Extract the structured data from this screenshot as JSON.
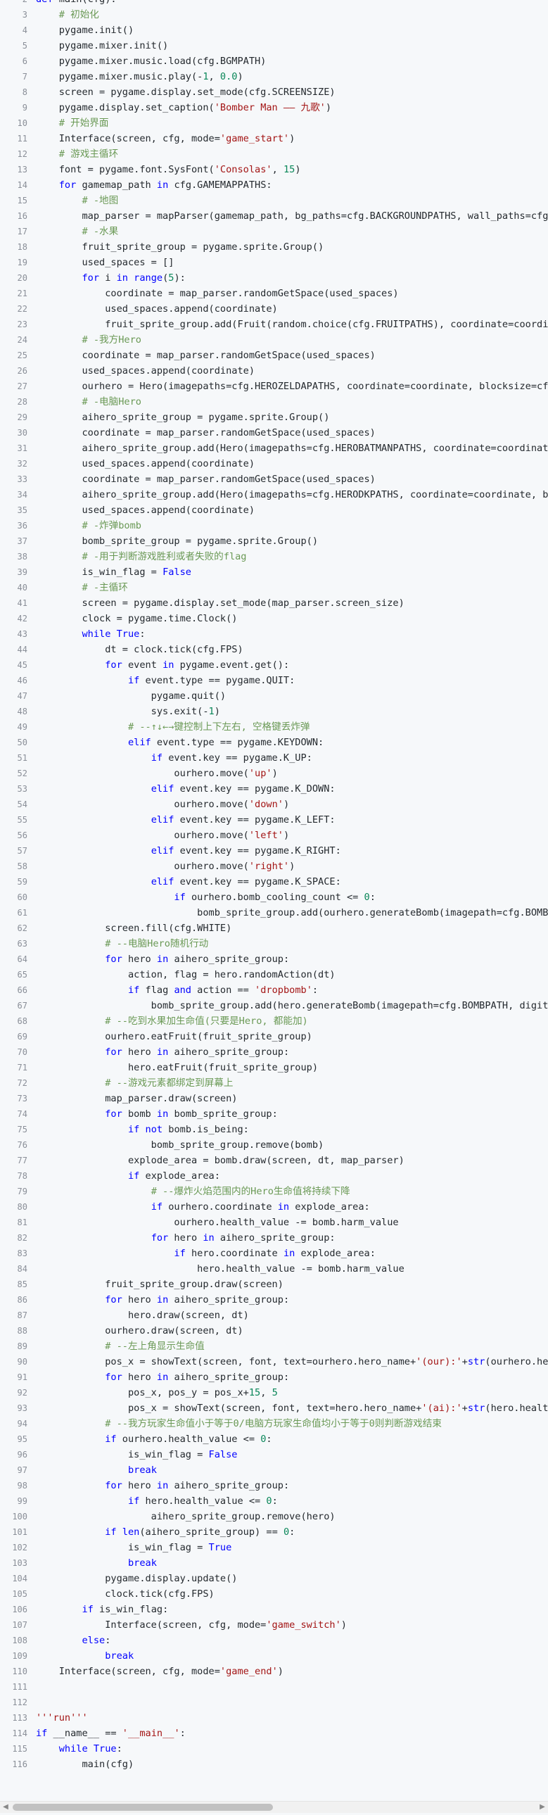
{
  "code": {
    "lines": [
      {
        "n": "2",
        "t": "def main(cfg):"
      },
      {
        "n": "3",
        "t": "    # 初始化"
      },
      {
        "n": "4",
        "t": "    pygame.init()"
      },
      {
        "n": "5",
        "t": "    pygame.mixer.init()"
      },
      {
        "n": "6",
        "t": "    pygame.mixer.music.load(cfg.BGMPATH)"
      },
      {
        "n": "7",
        "t": "    pygame.mixer.music.play(-1, 0.0)"
      },
      {
        "n": "8",
        "t": "    screen = pygame.display.set_mode(cfg.SCREENSIZE)"
      },
      {
        "n": "9",
        "t": "    pygame.display.set_caption('Bomber Man —— 九歌')"
      },
      {
        "n": "10",
        "t": "    # 开始界面"
      },
      {
        "n": "11",
        "t": "    Interface(screen, cfg, mode='game_start')"
      },
      {
        "n": "12",
        "t": "    # 游戏主循环"
      },
      {
        "n": "13",
        "t": "    font = pygame.font.SysFont('Consolas', 15)"
      },
      {
        "n": "14",
        "t": "    for gamemap_path in cfg.GAMEMAPPATHS:"
      },
      {
        "n": "15",
        "t": "        # -地图"
      },
      {
        "n": "16",
        "t": "        map_parser = mapParser(gamemap_path, bg_paths=cfg.BACKGROUNDPATHS, wall_paths=cfg"
      },
      {
        "n": "17",
        "t": "        # -水果"
      },
      {
        "n": "18",
        "t": "        fruit_sprite_group = pygame.sprite.Group()"
      },
      {
        "n": "19",
        "t": "        used_spaces = []"
      },
      {
        "n": "20",
        "t": "        for i in range(5):"
      },
      {
        "n": "21",
        "t": "            coordinate = map_parser.randomGetSpace(used_spaces)"
      },
      {
        "n": "22",
        "t": "            used_spaces.append(coordinate)"
      },
      {
        "n": "23",
        "t": "            fruit_sprite_group.add(Fruit(random.choice(cfg.FRUITPATHS), coordinate=coordi"
      },
      {
        "n": "24",
        "t": "        # -我方Hero"
      },
      {
        "n": "25",
        "t": "        coordinate = map_parser.randomGetSpace(used_spaces)"
      },
      {
        "n": "26",
        "t": "        used_spaces.append(coordinate)"
      },
      {
        "n": "27",
        "t": "        ourhero = Hero(imagepaths=cfg.HEROZELDAPATHS, coordinate=coordinate, blocksize=cf"
      },
      {
        "n": "28",
        "t": "        # -电脑Hero"
      },
      {
        "n": "29",
        "t": "        aihero_sprite_group = pygame.sprite.Group()"
      },
      {
        "n": "30",
        "t": "        coordinate = map_parser.randomGetSpace(used_spaces)"
      },
      {
        "n": "31",
        "t": "        aihero_sprite_group.add(Hero(imagepaths=cfg.HEROBATMANPATHS, coordinate=coordinat"
      },
      {
        "n": "32",
        "t": "        used_spaces.append(coordinate)"
      },
      {
        "n": "33",
        "t": "        coordinate = map_parser.randomGetSpace(used_spaces)"
      },
      {
        "n": "34",
        "t": "        aihero_sprite_group.add(Hero(imagepaths=cfg.HERODKPATHS, coordinate=coordinate, b"
      },
      {
        "n": "35",
        "t": "        used_spaces.append(coordinate)"
      },
      {
        "n": "36",
        "t": "        # -炸弹bomb"
      },
      {
        "n": "37",
        "t": "        bomb_sprite_group = pygame.sprite.Group()"
      },
      {
        "n": "38",
        "t": "        # -用于判断游戏胜利或者失败的flag"
      },
      {
        "n": "39",
        "t": "        is_win_flag = False"
      },
      {
        "n": "40",
        "t": "        # -主循环"
      },
      {
        "n": "41",
        "t": "        screen = pygame.display.set_mode(map_parser.screen_size)"
      },
      {
        "n": "42",
        "t": "        clock = pygame.time.Clock()"
      },
      {
        "n": "43",
        "t": "        while True:"
      },
      {
        "n": "44",
        "t": "            dt = clock.tick(cfg.FPS)"
      },
      {
        "n": "45",
        "t": "            for event in pygame.event.get():"
      },
      {
        "n": "46",
        "t": "                if event.type == pygame.QUIT:"
      },
      {
        "n": "47",
        "t": "                    pygame.quit()"
      },
      {
        "n": "48",
        "t": "                    sys.exit(-1)"
      },
      {
        "n": "49",
        "t": "                # --↑↓←→键控制上下左右, 空格键丢炸弹"
      },
      {
        "n": "50",
        "t": "                elif event.type == pygame.KEYDOWN:"
      },
      {
        "n": "51",
        "t": "                    if event.key == pygame.K_UP:"
      },
      {
        "n": "52",
        "t": "                        ourhero.move('up')"
      },
      {
        "n": "53",
        "t": "                    elif event.key == pygame.K_DOWN:"
      },
      {
        "n": "54",
        "t": "                        ourhero.move('down')"
      },
      {
        "n": "55",
        "t": "                    elif event.key == pygame.K_LEFT:"
      },
      {
        "n": "56",
        "t": "                        ourhero.move('left')"
      },
      {
        "n": "57",
        "t": "                    elif event.key == pygame.K_RIGHT:"
      },
      {
        "n": "58",
        "t": "                        ourhero.move('right')"
      },
      {
        "n": "59",
        "t": "                    elif event.key == pygame.K_SPACE:"
      },
      {
        "n": "60",
        "t": "                        if ourhero.bomb_cooling_count <= 0:"
      },
      {
        "n": "61",
        "t": "                            bomb_sprite_group.add(ourhero.generateBomb(imagepath=cfg.BOMB"
      },
      {
        "n": "62",
        "t": "            screen.fill(cfg.WHITE)"
      },
      {
        "n": "63",
        "t": "            # --电脑Hero随机行动"
      },
      {
        "n": "64",
        "t": "            for hero in aihero_sprite_group:"
      },
      {
        "n": "65",
        "t": "                action, flag = hero.randomAction(dt)"
      },
      {
        "n": "66",
        "t": "                if flag and action == 'dropbomb':"
      },
      {
        "n": "67",
        "t": "                    bomb_sprite_group.add(hero.generateBomb(imagepath=cfg.BOMBPATH, digit"
      },
      {
        "n": "68",
        "t": "            # --吃到水果加生命值(只要是Hero, 都能加)"
      },
      {
        "n": "69",
        "t": "            ourhero.eatFruit(fruit_sprite_group)"
      },
      {
        "n": "70",
        "t": "            for hero in aihero_sprite_group:"
      },
      {
        "n": "71",
        "t": "                hero.eatFruit(fruit_sprite_group)"
      },
      {
        "n": "72",
        "t": "            # --游戏元素都绑定到屏幕上"
      },
      {
        "n": "73",
        "t": "            map_parser.draw(screen)"
      },
      {
        "n": "74",
        "t": "            for bomb in bomb_sprite_group:"
      },
      {
        "n": "75",
        "t": "                if not bomb.is_being:"
      },
      {
        "n": "76",
        "t": "                    bomb_sprite_group.remove(bomb)"
      },
      {
        "n": "77",
        "t": "                explode_area = bomb.draw(screen, dt, map_parser)"
      },
      {
        "n": "78",
        "t": "                if explode_area:"
      },
      {
        "n": "79",
        "t": "                    # --爆炸火焰范围内的Hero生命值将持续下降"
      },
      {
        "n": "80",
        "t": "                    if ourhero.coordinate in explode_area:"
      },
      {
        "n": "81",
        "t": "                        ourhero.health_value -= bomb.harm_value"
      },
      {
        "n": "82",
        "t": "                    for hero in aihero_sprite_group:"
      },
      {
        "n": "83",
        "t": "                        if hero.coordinate in explode_area:"
      },
      {
        "n": "84",
        "t": "                            hero.health_value -= bomb.harm_value"
      },
      {
        "n": "85",
        "t": "            fruit_sprite_group.draw(screen)"
      },
      {
        "n": "86",
        "t": "            for hero in aihero_sprite_group:"
      },
      {
        "n": "87",
        "t": "                hero.draw(screen, dt)"
      },
      {
        "n": "88",
        "t": "            ourhero.draw(screen, dt)"
      },
      {
        "n": "89",
        "t": "            # --左上角显示生命值"
      },
      {
        "n": "90",
        "t": "            pos_x = showText(screen, font, text=ourhero.hero_name+'(our):'+str(ourhero.he"
      },
      {
        "n": "91",
        "t": "            for hero in aihero_sprite_group:"
      },
      {
        "n": "92",
        "t": "                pos_x, pos_y = pos_x+15, 5"
      },
      {
        "n": "93",
        "t": "                pos_x = showText(screen, font, text=hero.hero_name+'(ai):'+str(hero.healt"
      },
      {
        "n": "94",
        "t": "            # --我方玩家生命值小于等于0/电脑方玩家生命值均小于等于0则判断游戏结束"
      },
      {
        "n": "95",
        "t": "            if ourhero.health_value <= 0:"
      },
      {
        "n": "96",
        "t": "                is_win_flag = False"
      },
      {
        "n": "97",
        "t": "                break"
      },
      {
        "n": "98",
        "t": "            for hero in aihero_sprite_group:"
      },
      {
        "n": "99",
        "t": "                if hero.health_value <= 0:"
      },
      {
        "n": "100",
        "t": "                    aihero_sprite_group.remove(hero)"
      },
      {
        "n": "101",
        "t": "            if len(aihero_sprite_group) == 0:"
      },
      {
        "n": "102",
        "t": "                is_win_flag = True"
      },
      {
        "n": "103",
        "t": "                break"
      },
      {
        "n": "104",
        "t": "            pygame.display.update()"
      },
      {
        "n": "105",
        "t": "            clock.tick(cfg.FPS)"
      },
      {
        "n": "106",
        "t": "        if is_win_flag:"
      },
      {
        "n": "107",
        "t": "            Interface(screen, cfg, mode='game_switch')"
      },
      {
        "n": "108",
        "t": "        else:"
      },
      {
        "n": "109",
        "t": "            break"
      },
      {
        "n": "110",
        "t": "    Interface(screen, cfg, mode='game_end')"
      },
      {
        "n": "111",
        "t": ""
      },
      {
        "n": "112",
        "t": ""
      },
      {
        "n": "113",
        "t": "'''run'''"
      },
      {
        "n": "114",
        "t": "if __name__ == '__main__':"
      },
      {
        "n": "115",
        "t": "    while True:"
      },
      {
        "n": "116",
        "t": "        main(cfg)"
      }
    ]
  },
  "scrollbar": {
    "left_arrow": "◀",
    "right_arrow": "▶"
  },
  "colors": {
    "keyword": "#0000ff",
    "string": "#a31515",
    "comment": "#6a9955",
    "number": "#098658"
  }
}
